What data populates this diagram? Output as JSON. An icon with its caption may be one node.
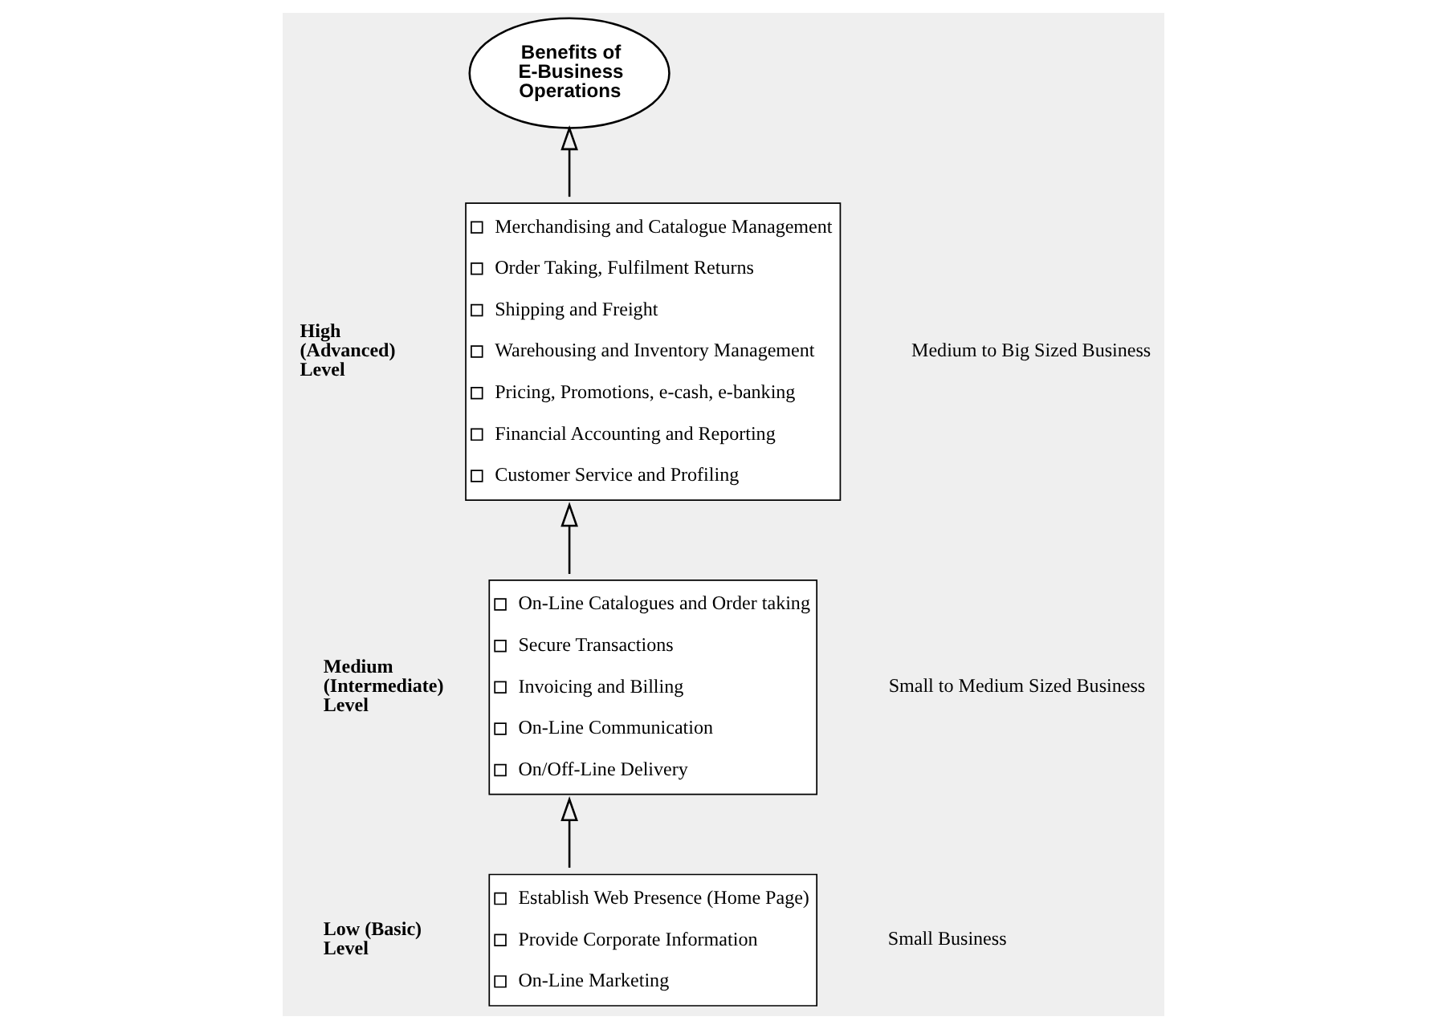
{
  "diagram": {
    "nodes": [
      {
        "text": [
          "Benefits of E-Business Operations"
        ]
      },
      {
        "text": [
          "Merchandising and Catalogue Management",
          "Order Taking, Fulfilment Returns",
          "Shipping and Freight",
          "Warehousing and Inventory Management",
          "Pricing, Promotions, e-cash, e-banking",
          "Financial Accounting and Reporting",
          "Customer Service and Profiling"
        ],
        "beside": [
          "High (Advanced) Level"
        ]
      },
      {
        "text": [
          "On-Line Catalogues and Order taking",
          "Secure Transactions",
          "Invoicing and Billing",
          "On-Line Communication",
          "On/Off-Line Delivery"
        ],
        "beside": [
          "Medium (Intermediate) Level"
        ]
      },
      {
        "text": [
          "Establish Web Presence (Home Page)",
          "Provide Corporate Information",
          "On-Line Marketing"
        ],
        "beside": [
          "Low (Basic) Level"
        ]
      }
    ],
    "edges": [
      {
        "from": 1,
        "to": 0,
        "arrow": "to"
      },
      {
        "from": 2,
        "to": 1,
        "arrow": "to"
      },
      {
        "from": 3,
        "to": 2,
        "arrow": "to"
      }
    ],
    "labels": [
      "Medium to Big Sized Business",
      "Small to Medium Sized Business",
      "Small Business"
    ]
  }
}
